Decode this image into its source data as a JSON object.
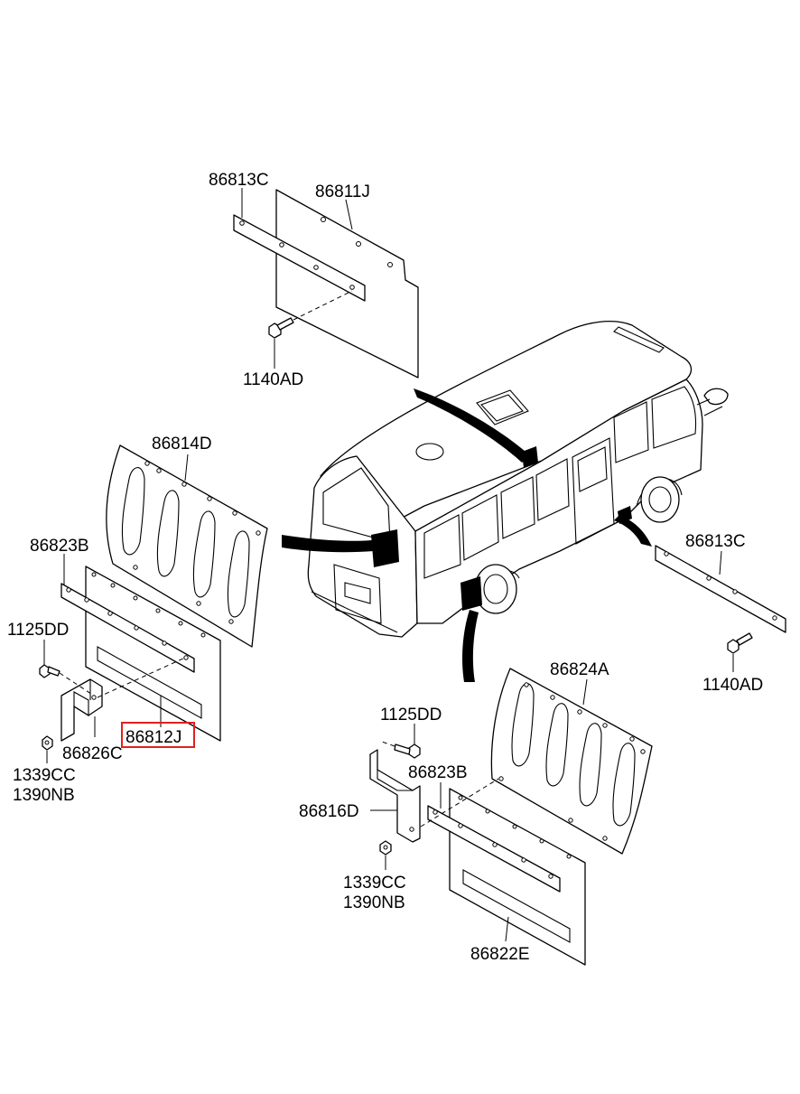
{
  "labels": {
    "top_strip": "86813C",
    "top_plate": "86811J",
    "top_bolt": "1140AD",
    "left_guard": "86814D",
    "left_strip": "86823B",
    "left_bolt": "1125DD",
    "left_mudflap": "86812J",
    "left_bracket": "86826C",
    "left_nut_a": "1339CC",
    "left_nut_b": "1390NB",
    "right_strip": "86813C",
    "right_bolt": "1140AD",
    "right_guard": "86824A",
    "right_bolt2": "1125DD",
    "right_strip2": "86823B",
    "right_bracket": "86816D",
    "right_nut_a": "1339CC",
    "right_nut_b": "1390NB",
    "right_mudflap": "86822E"
  },
  "highlight": {
    "part": "86812J",
    "color": "#e0211d"
  }
}
